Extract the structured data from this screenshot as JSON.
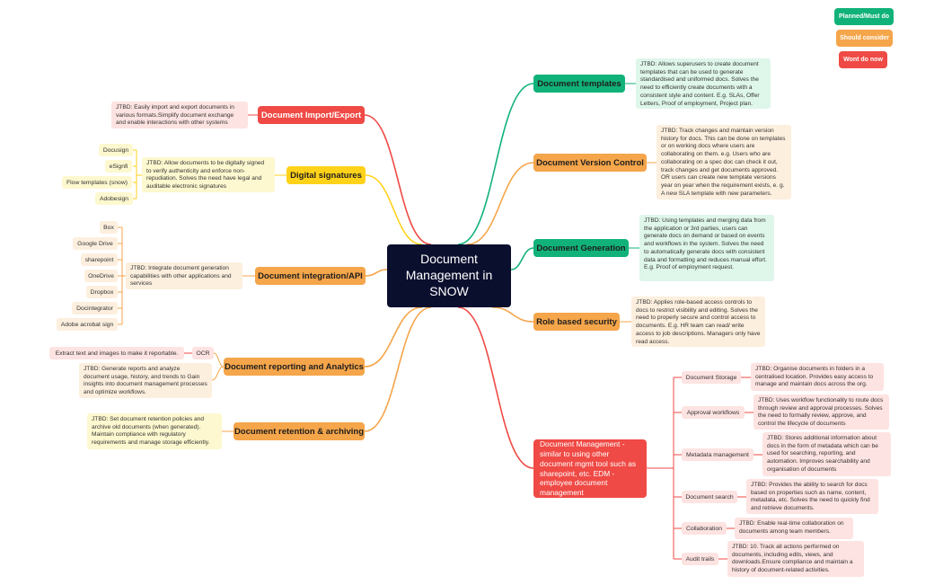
{
  "central": "Document Management in SNOW",
  "legend": {
    "planned": "Planned/Must do",
    "should": "Should consider",
    "wont": "Wont do now"
  },
  "colors": {
    "green": "#11b27a",
    "orange": "#f5a54a",
    "red": "#ef4a45",
    "yellow": "#ffd21a",
    "central": "#0b0f2e"
  },
  "topics": {
    "templates": {
      "label": "Document templates",
      "note": "JTBD: Allows superusers to create document templates that can be used to generate standardised and uniformed docs. Solves the need to efficiently create documents with a consistent style and content. E.g. SLAs, Offer Letters, Proof of employment, Project plan."
    },
    "version": {
      "label": "Document Version Control",
      "note": "JTBD: Track changes and maintain version history for docs. This can be done on templates or on working docs where users are collaborating on them. e.g. Users who are collaborating on a spec doc can check it out, track changes and get documents approved. OR users can create new template versions year on year when the requirement exists, e. g. A new SLA template with new parameters."
    },
    "generation": {
      "label": "Document Generation",
      "note": "JTBD: Using templates and merging data from the application or 3rd parties, users can generate docs on demand or based on events and workflows in the system. Solves the need to automatically generate docs with consistent data and formatting and reduces manual effort. E.g. Proof of employment request."
    },
    "security": {
      "label": "Role based security",
      "note": "JTBD: Applies role-based access controls to docs to restrict visibility and editing. Solves the need to properly secure and control access to documents. E.g. HR team can read/ write access to job descriptions. Managers only have read access."
    },
    "edm": {
      "label": "Document Management - similar to using other document mgmt tool such as sharepoint, etc. EDM - employee document management",
      "subs": [
        {
          "label": "Document Storage",
          "note": "JTBD: Organise documents in folders in a centralised location. Provides easy access to manage and maintain docs across the org."
        },
        {
          "label": "Approval workflows",
          "note": "JTBD: Uses workflow functionality to route docs through review and approval processes. Solves the need to formally review, approve, and control the lifecycle of documents"
        },
        {
          "label": "Metadata management",
          "note": "JTBD: Stores additional information about docs in the form of metadata which can be used for searching, reporting, and automation. Improves searchability and organisation of documents"
        },
        {
          "label": "Document search",
          "note": "JTBD: Provides the ability to search for docs based on properties such as name, content, metadata, etc. Solves the need to quickly find and retrieve documents."
        },
        {
          "label": "Collaboration",
          "note": "JTBD: Enable real-time collaboration on documents among team members."
        },
        {
          "label": "Audit trails",
          "note": "JTBD: 10. Track all actions performed on documents, including edits, views, and downloads.Ensure compliance and maintain a history of document-related activities."
        }
      ]
    },
    "import": {
      "label": "Document Import/Export",
      "note": "JTBD: Easily import and export documents in various formats.Simplify document exchange and enable interactions with other systems"
    },
    "signatures": {
      "label": "Digital signatures",
      "note": "JTBD: Allow documents to be digitally signed to verify authenticity and enforce non-repudiation. Solves the need have legal and auditable electronic signatures",
      "leaves": [
        "Docusign",
        "eSignfi",
        "Flow templates (snow)",
        "Adobesign"
      ]
    },
    "integration": {
      "label": "Document integration/API",
      "note": "JTBD: Integrate document generation capabilities with other applications and services",
      "leaves": [
        "Box",
        "Google Drive",
        "sharepoint",
        "OneDrive",
        "Dropbox",
        "Docintegrator",
        "Adobe acrobat sign"
      ]
    },
    "reporting": {
      "label": "Document reporting and Analytics",
      "ocr": "OCR",
      "ocr_note": "Extract text and images to make it reportable.",
      "note": "JTBD: Generate reports and analyze document usage, history, and trends to Gain insights into document management processes and optimize workflows."
    },
    "retention": {
      "label": "Document retention & archiving",
      "note": "JTBD: Set document retention policies and archive old documents (when generated). Maintain compliance with regulatory requirements and manage storage efficiently."
    }
  }
}
